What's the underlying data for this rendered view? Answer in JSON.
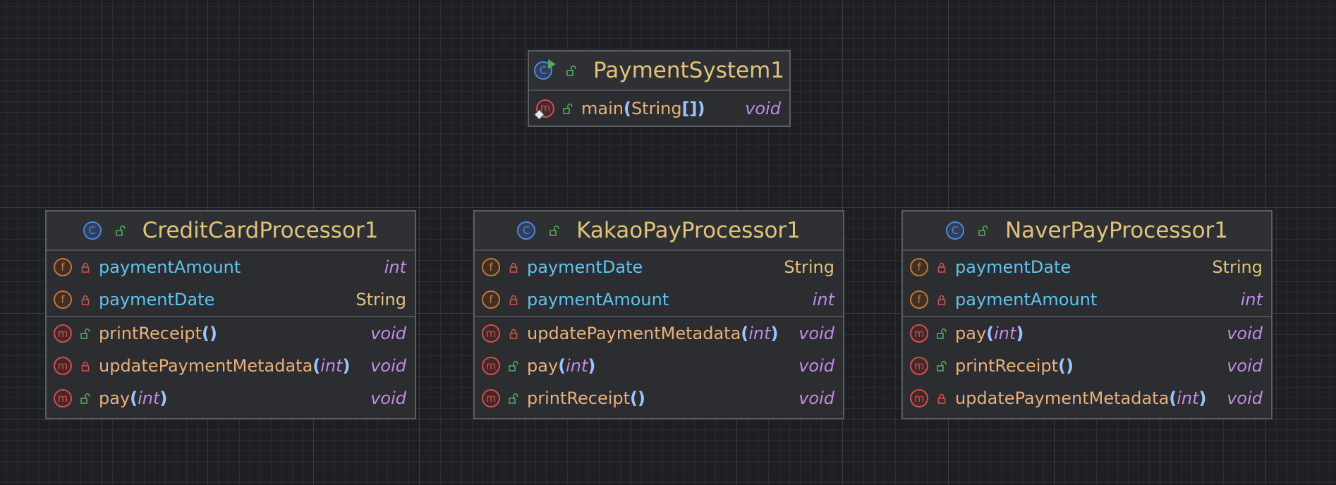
{
  "colors": {
    "background": "#1e1f22",
    "node_fill": "#2b2d30",
    "node_border": "#5a5d63",
    "title": "#e2c27a",
    "field_name": "#5ec4f0",
    "method_name": "#e9b07c",
    "type_italic": "#c58ae6",
    "paren": "#9ec4ff",
    "class_badge": "#4e86d8",
    "field_badge": "#c4743c",
    "method_badge": "#d04f4f",
    "public_lock": "#58a560",
    "private_lock": "#d04f4f"
  },
  "classes": {
    "payment_system": {
      "name": "PaymentSystem1",
      "badge_letter": "C",
      "icon": "runnable-class-icon",
      "visibility": "public",
      "methods": [
        {
          "badge_letter": "m",
          "visibility": "public",
          "static": true,
          "name": "main",
          "open": "(",
          "param": "String",
          "brackets": "[]",
          "close": ")",
          "type": "void"
        }
      ]
    },
    "credit_card": {
      "name": "CreditCardProcessor1",
      "badge_letter": "C",
      "visibility": "public",
      "fields": [
        {
          "badge_letter": "f",
          "visibility": "private",
          "name": "paymentAmount",
          "type": "int"
        },
        {
          "badge_letter": "f",
          "visibility": "private",
          "name": "paymentDate",
          "type": "String"
        }
      ],
      "methods": [
        {
          "badge_letter": "m",
          "visibility": "public",
          "name": "printReceipt",
          "open": "(",
          "param": "",
          "close": ")",
          "type": "void"
        },
        {
          "badge_letter": "m",
          "visibility": "private",
          "name": "updatePaymentMetadata",
          "open": "(",
          "param": "int",
          "close": ")",
          "type": "void"
        },
        {
          "badge_letter": "m",
          "visibility": "public",
          "name": "pay",
          "open": "(",
          "param": "int",
          "close": ")",
          "type": "void"
        }
      ]
    },
    "kakao_pay": {
      "name": "KakaoPayProcessor1",
      "badge_letter": "C",
      "visibility": "public",
      "fields": [
        {
          "badge_letter": "f",
          "visibility": "private",
          "name": "paymentDate",
          "type": "String"
        },
        {
          "badge_letter": "f",
          "visibility": "private",
          "name": "paymentAmount",
          "type": "int"
        }
      ],
      "methods": [
        {
          "badge_letter": "m",
          "visibility": "private",
          "name": "updatePaymentMetadata",
          "open": "(",
          "param": "int",
          "close": ")",
          "type": "void"
        },
        {
          "badge_letter": "m",
          "visibility": "public",
          "name": "pay",
          "open": "(",
          "param": "int",
          "close": ")",
          "type": "void"
        },
        {
          "badge_letter": "m",
          "visibility": "public",
          "name": "printReceipt",
          "open": "(",
          "param": "",
          "close": ")",
          "type": "void"
        }
      ]
    },
    "naver_pay": {
      "name": "NaverPayProcessor1",
      "badge_letter": "C",
      "visibility": "public",
      "fields": [
        {
          "badge_letter": "f",
          "visibility": "private",
          "name": "paymentDate",
          "type": "String"
        },
        {
          "badge_letter": "f",
          "visibility": "private",
          "name": "paymentAmount",
          "type": "int"
        }
      ],
      "methods": [
        {
          "badge_letter": "m",
          "visibility": "public",
          "name": "pay",
          "open": "(",
          "param": "int",
          "close": ")",
          "type": "void"
        },
        {
          "badge_letter": "m",
          "visibility": "public",
          "name": "printReceipt",
          "open": "(",
          "param": "",
          "close": ")",
          "type": "void"
        },
        {
          "badge_letter": "m",
          "visibility": "private",
          "name": "updatePaymentMetadata",
          "open": "(",
          "param": "int",
          "close": ")",
          "type": "void"
        }
      ]
    }
  }
}
